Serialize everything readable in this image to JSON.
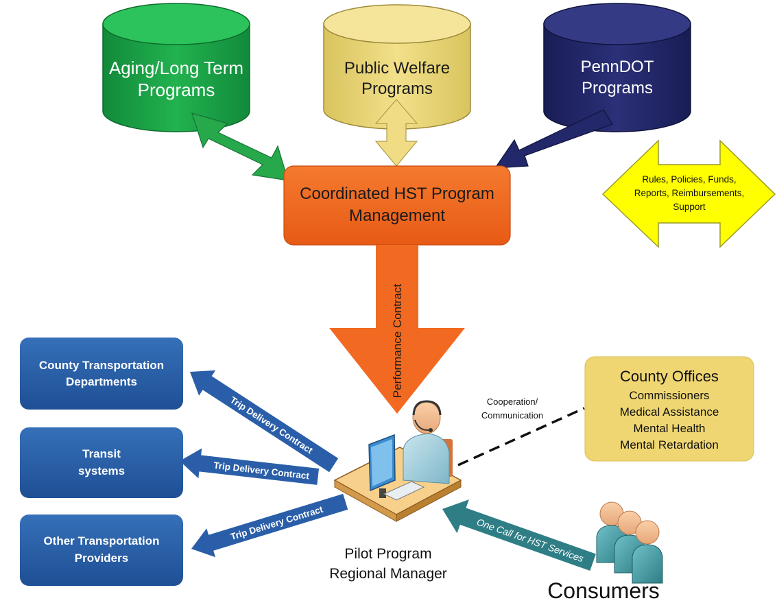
{
  "programs": {
    "aging": {
      "line1": "Aging/Long Term",
      "line2": "Programs",
      "color": "#1aa34a"
    },
    "welfare": {
      "line1": "Public Welfare",
      "line2": "Programs",
      "color": "#ead77a"
    },
    "penndot": {
      "line1": "PennDOT",
      "line2": "Programs",
      "color": "#23286b"
    }
  },
  "hub": {
    "line1": "Coordinated HST Program",
    "line2": "Management",
    "color": "#f26a21"
  },
  "legend_arrow": {
    "line1": "Rules, Policies, Funds,",
    "line2": "Reports, Reimbursements,",
    "line3": "Support",
    "color": "#ffff00"
  },
  "performance_contract": "Performance Contract",
  "providers": [
    {
      "line1": "County Transportation",
      "line2": "Departments"
    },
    {
      "line1": "Transit",
      "line2": "systems"
    },
    {
      "line1": "Other Transportation",
      "line2": "Providers"
    }
  ],
  "provider_color": "#2a5ea8",
  "trip_contract": [
    "Trip Delivery Contract",
    "Trip Delivery Contract",
    "Trip Delivery Contract"
  ],
  "county_offices": {
    "title": "County Offices",
    "items": [
      "Commissioners",
      "Medical Assistance",
      "Mental Health",
      "Mental Retardation"
    ],
    "color": "#efd672"
  },
  "cooperation": {
    "line1": "Cooperation/",
    "line2": "Communication"
  },
  "manager": {
    "line1": "Pilot Program",
    "line2": "Regional Manager"
  },
  "one_call": "One Call for HST Services",
  "consumers": "Consumers",
  "teal": "#2f7e86"
}
